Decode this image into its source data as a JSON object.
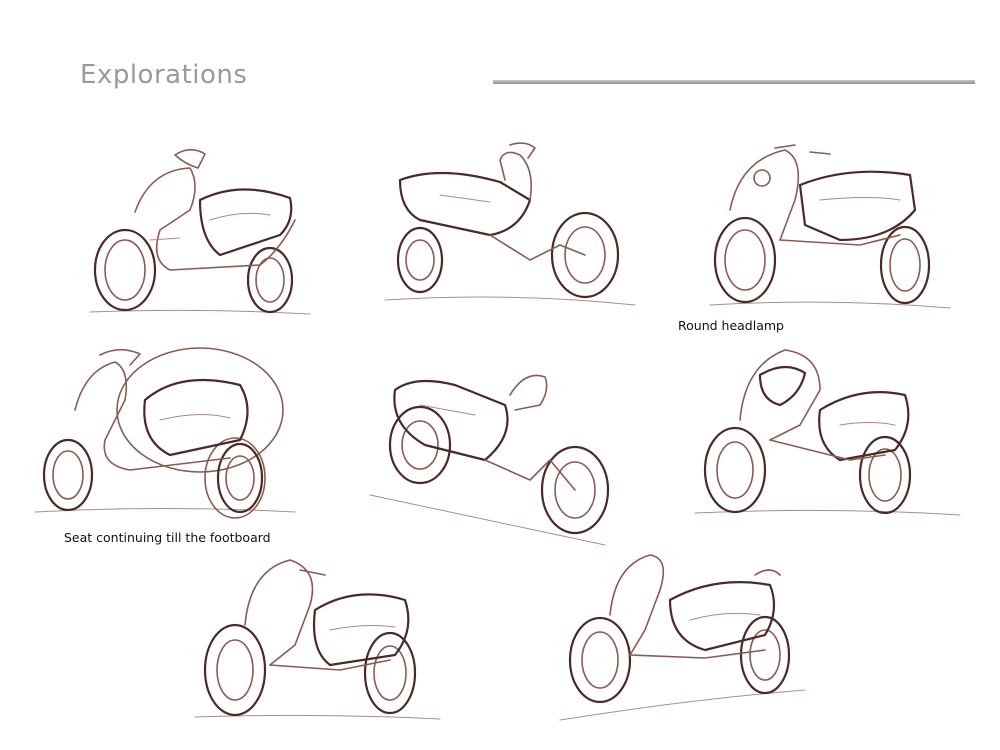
{
  "page": {
    "title": "Explorations"
  },
  "captions": {
    "round_headlamp": "Round headlamp",
    "seat_continuing": "Seat continuing till the footboard"
  },
  "colors": {
    "title": "#9a9a9a",
    "sketch_line": "#8b5a52",
    "sketch_dark": "#4b2a26",
    "highlight_circle": "#e3a6a0"
  },
  "sketches": [
    {
      "id": "sketch-1",
      "description": "scooter-three-quarter-front"
    },
    {
      "id": "sketch-2",
      "description": "scooter-side-rear"
    },
    {
      "id": "sketch-3",
      "description": "scooter-front-round-headlamp"
    },
    {
      "id": "sketch-4",
      "description": "scooter-seat-to-footboard"
    },
    {
      "id": "sketch-5",
      "description": "scooter-rear-three-quarter"
    },
    {
      "id": "sketch-6",
      "description": "scooter-front-three-quarter"
    },
    {
      "id": "sketch-7",
      "description": "scooter-bottom-left"
    },
    {
      "id": "sketch-8",
      "description": "scooter-bottom-right"
    }
  ]
}
